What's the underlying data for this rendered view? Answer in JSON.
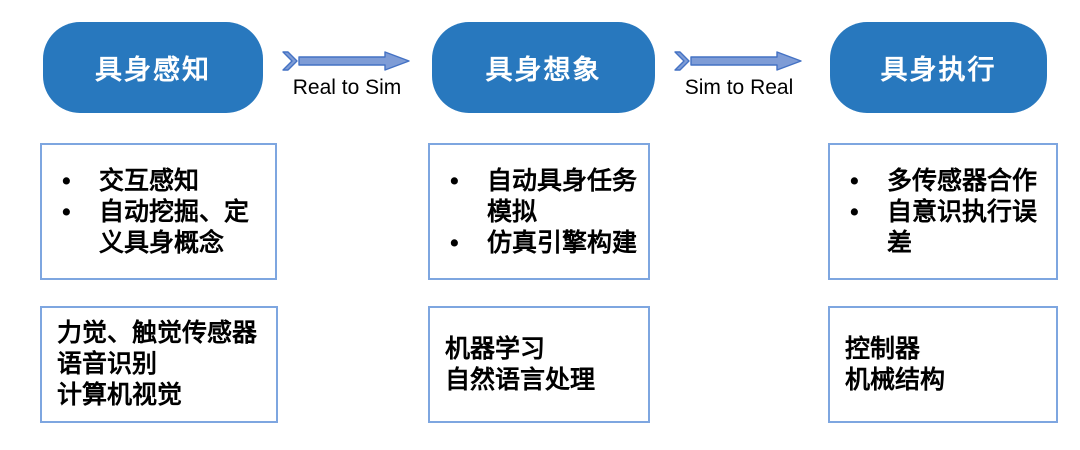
{
  "colors": {
    "background": "#FFFFFF",
    "stage_pill_fill": "#2878BE",
    "stage_pill_text": "#FFFFFF",
    "box_border": "#7EA6E0",
    "arrow_fill": "#7E9CD6",
    "arrow_outline": "#4472C4",
    "body_text": "#000000"
  },
  "columns": [
    {
      "header": "具身感知",
      "bullets": [
        "交互感知",
        "自动挖掘、定义具身概念"
      ],
      "bottom_lines": [
        "力觉、触觉传感器",
        "语音识别",
        "计算机视觉"
      ]
    },
    {
      "header": "具身想象",
      "bullets": [
        "自动具身任务模拟",
        "仿真引擎构建"
      ],
      "bottom_lines": [
        "机器学习",
        "自然语言处理"
      ]
    },
    {
      "header": "具身执行",
      "bullets": [
        "多传感器合作",
        "自意识执行误差"
      ],
      "bottom_lines": [
        "控制器",
        "机械结构"
      ]
    }
  ],
  "arrows": [
    {
      "label": "Real to Sim"
    },
    {
      "label": "Sim to Real"
    }
  ]
}
